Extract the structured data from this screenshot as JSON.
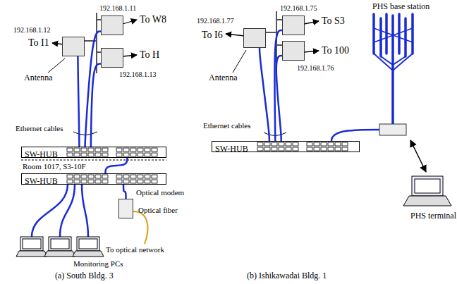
{
  "diagram": {
    "nodes": [
      {
        "text": [
          "192.168.1.12"
        ]
      },
      {
        "text": [
          "192.168.1.11"
        ]
      },
      {
        "text": [
          "192.168.1.13"
        ]
      },
      {
        "text": [
          "SW-HUB"
        ]
      },
      {
        "text": [
          "SW-HUB"
        ]
      },
      {
        "text": [
          "Optical modem"
        ]
      },
      {
        "text": [
          "192.168.1.77"
        ]
      },
      {
        "text": [
          "192.168.1.75"
        ]
      },
      {
        "text": [
          "192.168.1.76"
        ]
      },
      {
        "text": [
          "SW-HUB"
        ]
      }
    ],
    "edges": [
      {
        "from": 0,
        "to": 3,
        "arrow": "none"
      },
      {
        "from": 1,
        "to": 3,
        "arrow": "none"
      },
      {
        "from": 2,
        "to": 3,
        "arrow": "none"
      },
      {
        "from": 3,
        "to": 4,
        "arrow": "none"
      },
      {
        "from": 4,
        "to": 5,
        "arrow": "none"
      },
      {
        "from": 6,
        "to": 9,
        "arrow": "none"
      },
      {
        "from": 7,
        "to": 9,
        "arrow": "none"
      },
      {
        "from": 8,
        "to": 9,
        "arrow": "none"
      }
    ],
    "labels": [
      "To I1",
      "To W8",
      "To H",
      "Antenna",
      "Ethernet cables",
      "Room 1017, S3-10F",
      "Optical fiber",
      "To optical network",
      "Monitoring PCs",
      "(a) South Bldg. 3",
      "To I6",
      "To S3",
      "To 100",
      "Antenna",
      "Ethernet cables",
      "PHS base station",
      "PHS terminal",
      "(b) Ishikawadai Bldg. 1"
    ]
  }
}
